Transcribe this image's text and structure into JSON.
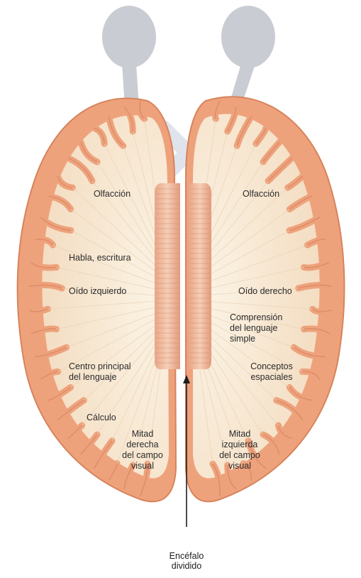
{
  "diagram": {
    "caption": [
      "Encéfalo",
      "dividido"
    ],
    "left_hemisphere": {
      "labels": [
        {
          "id": "olfaction-left",
          "lines": [
            "Olfacción"
          ]
        },
        {
          "id": "speech-writing",
          "lines": [
            "Habla, escritura"
          ]
        },
        {
          "id": "left-ear",
          "lines": [
            "Oído izquierdo"
          ]
        },
        {
          "id": "main-language-center",
          "lines": [
            "Centro principal",
            "del lenguaje"
          ]
        },
        {
          "id": "calculation",
          "lines": [
            "Cálculo"
          ]
        },
        {
          "id": "right-visual-field",
          "lines": [
            "Mitad",
            "derecha",
            "del campo",
            "visual"
          ]
        }
      ]
    },
    "right_hemisphere": {
      "labels": [
        {
          "id": "olfaction-right",
          "lines": [
            "Olfacción"
          ]
        },
        {
          "id": "right-ear",
          "lines": [
            "Oído derecho"
          ]
        },
        {
          "id": "simple-language",
          "lines": [
            "Comprensión",
            "del lenguaje",
            "simple"
          ]
        },
        {
          "id": "spatial-concepts",
          "lines": [
            "Conceptos",
            "espaciales"
          ]
        },
        {
          "id": "left-visual-field",
          "lines": [
            "Mitad",
            "izquierda",
            "del campo",
            "visual"
          ]
        }
      ]
    },
    "colors": {
      "cortex": "#eea27c",
      "cortex_dark": "#d7835b",
      "white_matter": "#f8ecdb",
      "eye": "#c9ccd2",
      "optic": "#dfe4ec",
      "callosum": "#e9a88a",
      "text": "#2b2b2b"
    }
  }
}
